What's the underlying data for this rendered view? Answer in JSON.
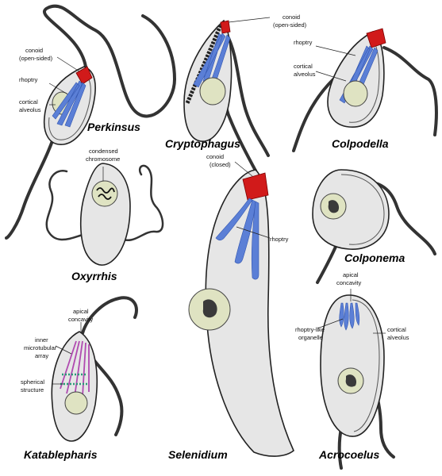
{
  "taxa": {
    "perkinsus": "Perkinsus",
    "cryptophagus": "Cryptophagus",
    "colpodella": "Colpodella",
    "oxyrrhis": "Oxyrrhis",
    "selenidium": "Selenidium",
    "colponema": "Colponema",
    "katablepharis": "Katablepharis",
    "acrocoelus": "Acrocoelus"
  },
  "labels": {
    "perkinsus_conoid_1": "conoid",
    "perkinsus_conoid_2": "(open-sided)",
    "perkinsus_rhoptry": "rhoptry",
    "perkinsus_cortical_1": "cortical",
    "perkinsus_cortical_2": "alveolus",
    "crypto_conoid_1": "conoid",
    "crypto_conoid_2": "(open-sided)",
    "colpo_rhoptry": "rhoptry",
    "colpo_cortical_1": "cortical",
    "colpo_cortical_2": "alveolus",
    "oxy_chrom_1": "condensed",
    "oxy_chrom_2": "chromosome",
    "sel_conoid_1": "conoid",
    "sel_conoid_2": "(closed)",
    "sel_rhoptry": "rhoptry",
    "kata_apical_1": "apical",
    "kata_apical_2": "concavity",
    "kata_inner_1": "inner",
    "kata_inner_2": "microtubular",
    "kata_inner_3": "array",
    "kata_sph_1": "spherical",
    "kata_sph_2": "structure",
    "acro_apical_1": "apical",
    "acro_apical_2": "concavity",
    "acro_rhopt_1": "rhoptry-like",
    "acro_rhopt_2": "organelle",
    "acro_cortical_1": "cortical",
    "acro_cortical_2": "alveolus"
  },
  "colors": {
    "cell_fill": "#e6e6e6",
    "rhoptry": "#5b7fd6",
    "conoid": "#d11a1a",
    "nucleus": "#dfe3c2",
    "flagellum": "#333333",
    "microtubular_array": "#b04ab0"
  }
}
